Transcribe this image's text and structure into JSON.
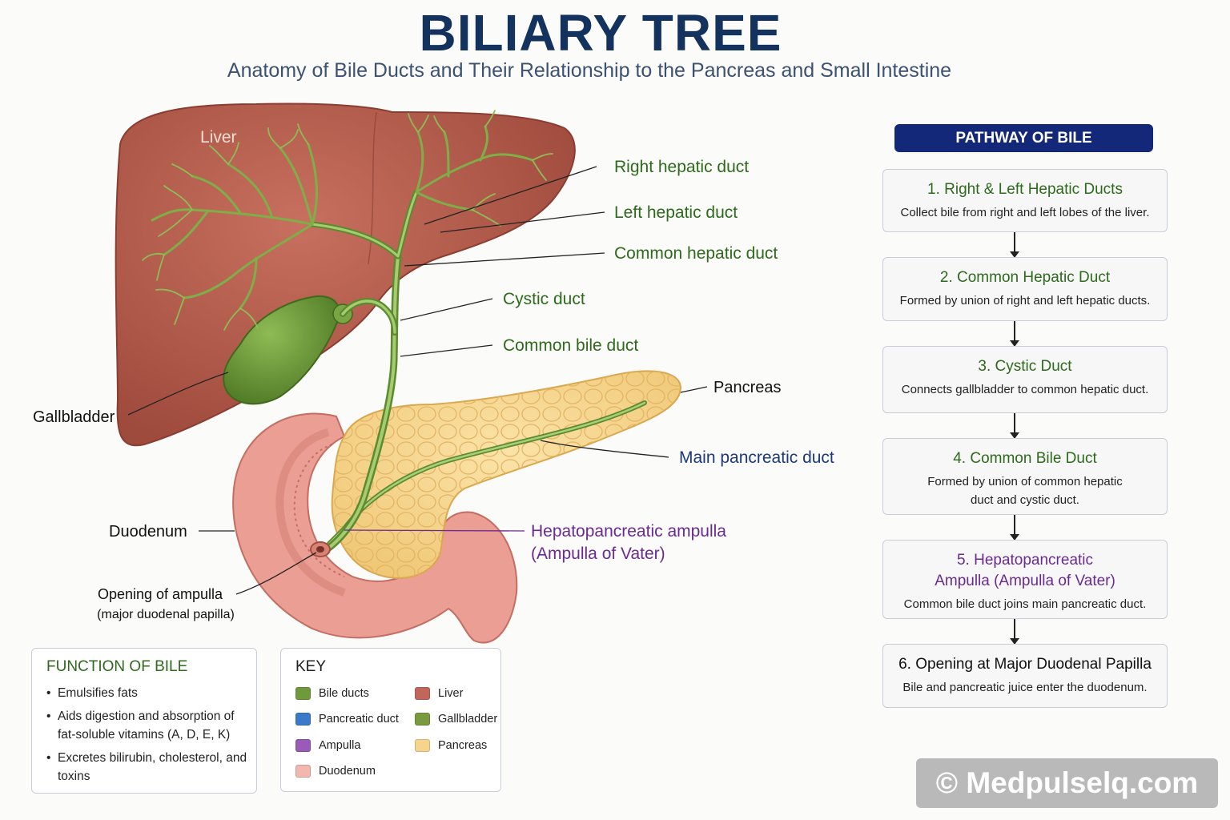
{
  "header": {
    "title": "BILIARY TREE",
    "subtitle": "Anatomy of Bile Ducts and Their Relationship to the Pancreas and Small Intestine"
  },
  "diagram": {
    "organ_liver": "Liver",
    "right_hepatic_duct": "Right hepatic duct",
    "left_hepatic_duct": "Left hepatic duct",
    "common_hepatic_duct": "Common hepatic duct",
    "cystic_duct": "Cystic duct",
    "common_bile_duct": "Common bile duct",
    "pancreas": "Pancreas",
    "main_pancreatic_duct": "Main pancreatic duct",
    "gallbladder": "Gallbladder",
    "duodenum": "Duodenum",
    "ampulla_line1": "Hepatopancreatic ampulla",
    "ampulla_line2": "(Ampulla of Vater)",
    "opening_line1": "Opening of ampulla",
    "opening_line2": "(major duodenal papilla)"
  },
  "pathway": {
    "header": "PATHWAY OF BILE",
    "steps": [
      {
        "title": "1. Right & Left Hepatic Ducts",
        "desc": "Collect bile from right and left lobes of the liver."
      },
      {
        "title": "2. Common Hepatic Duct",
        "desc": "Formed by union of right and left hepatic ducts."
      },
      {
        "title": "3. Cystic Duct",
        "desc": "Connects gallbladder to common hepatic duct."
      },
      {
        "title": "4. Common Bile Duct",
        "desc": "Formed by union of common hepatic duct and cystic duct."
      },
      {
        "title": "5. Hepatopancreatic Ampulla (Ampulla of Vater)",
        "desc": "Common bile duct joins main pancreatic duct."
      },
      {
        "title": "6. Opening at Major Duodenal Papilla",
        "desc": "Bile and pancreatic juice enter the duodenum."
      }
    ]
  },
  "function_box": {
    "title": "FUNCTION OF BILE",
    "items": [
      "Emulsifies fats",
      "Aids digestion and absorption of fat-soluble vitamins (A, D, E, K)",
      "Excretes bilirubin, cholesterol, and toxins"
    ]
  },
  "key": {
    "title": "KEY",
    "items": [
      {
        "label": "Bile ducts",
        "color": "#6f9a3c"
      },
      {
        "label": "Liver",
        "color": "#c0665a"
      },
      {
        "label": "Pancreatic duct",
        "color": "#3a7ac8"
      },
      {
        "label": "Gallbladder",
        "color": "#7a9a40"
      },
      {
        "label": "Ampulla",
        "color": "#9a5ab8"
      },
      {
        "label": "Pancreas",
        "color": "#f5d48c"
      },
      {
        "label": "Duodenum",
        "color": "#f2b8b0"
      }
    ]
  },
  "watermark": "© Medpulselq.com",
  "colors": {
    "title": "#14325e",
    "liver": "#b45a4a",
    "bile_duct": "#6f9a3c",
    "gallbladder": "#6a9636",
    "pancreas": "#f5d48c",
    "duodenum": "#eb9e94",
    "header_bar": "#14287a"
  }
}
